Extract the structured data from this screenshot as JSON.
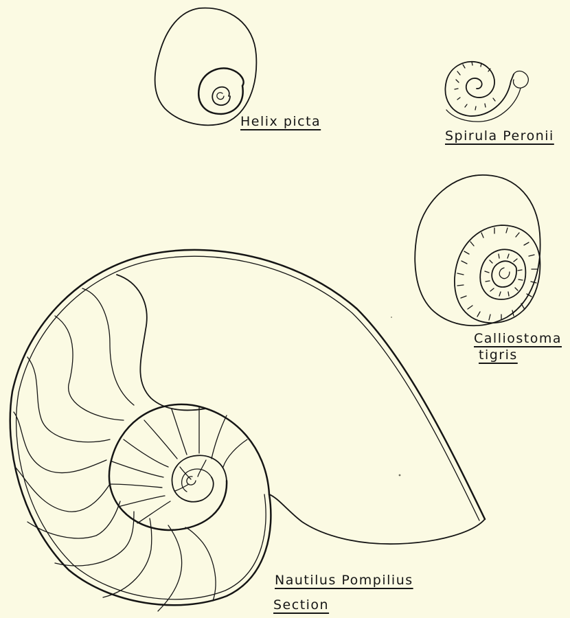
{
  "plate": {
    "background_color": "#fbfae3",
    "ink_color": "#151515",
    "labels": {
      "helix": "Helix picta",
      "spirula": "Spirula Peronii",
      "calliostoma_line1": "Calliostoma",
      "calliostoma_line2": "tigris",
      "nautilus_line1": "Nautilus Pompilius",
      "nautilus_line2": "Section"
    }
  }
}
